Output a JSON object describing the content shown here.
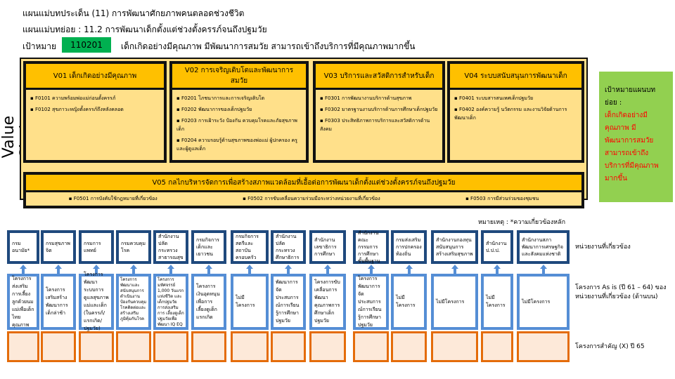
{
  "header": {
    "plan": "แผนแม่บทประเด็น (11) การพัฒนาศักยภาพคนตลอดช่วงชีวิต",
    "subplan": "แผนแม่บทย่อย : 11.2 การพัฒนาเด็กตั้งแต่ช่วงตั้งครรภ์จนถึงปฐมวัย",
    "target_label": "เป้าหมาย",
    "target_code": "110201",
    "target_text": "เด็กเกิดอย่างมีคุณภาพ มีพัฒนาการสมวัย สามารถเข้าถึงบริการที่มีคุณภาพมากขึ้น"
  },
  "value_chain": {
    "label": "Value Chain",
    "v": [
      {
        "title": "V01 เด็กเกิดอย่างมีคุณภาพ",
        "items": [
          "F0101 ความพร้อมพ่อแม่ก่อนตั้งครรภ์",
          "F0102 สุขภาวะหญิงตั้งครรภ์ถึงหลังคลอด"
        ]
      },
      {
        "title": "V02 การเจริญเติบโตและพัฒนาการสมวัย",
        "items": [
          "F0201 โภชนาการและการเจริญเติบโต",
          "F0202 พัฒนาการของเด็กปฐมวัย",
          "F0203 การเฝ้าระวัง ป้องกัน ควบคุมโรคและภัยสุขภาพเด็ก",
          "F0204 ความรอบรู้ด้านสุขภาพของพ่อแม่ ผู้ปกครอง ครู และผู้ดูแลเด็ก"
        ]
      },
      {
        "title": "V03 บริการและสวัสดิการสำหรับเด็ก",
        "items": [
          "F0301 การพัฒนางานบริการด้านสุขภาพ",
          "F0302 มาตรฐานงานบริการด้านการศึกษาเด็กปฐมวัย",
          "F0303 ประสิทธิภาพการบริการและสวัสดิการด้านสังคม"
        ]
      },
      {
        "title": "V04 ระบบสนับสนุนการพัฒนาเด็ก",
        "items": [
          "F0401 ระบบสารสนเทศเด็กปฐมวัย",
          "F0402 องค์ความรู้ นวัตกรรม และงานวิจัยด้านการพัฒนาเด็ก"
        ]
      }
    ],
    "v05": {
      "title": "V05 กลไกบริหารจัดการเพื่อสร้างสภาพแวดล้อมที่เอื้อต่อการพัฒนาเด็กตั้งแต่ช่วงตั้งครรภ์จนถึงปฐมวัย",
      "items": [
        "F0501 การบังคับใช้กฎหมายที่เกี่ยวข้อง",
        "F0502 การขับเคลื่อนความร่วมมือระหว่างหน่วยงานที่เกี่ยวข้อง",
        "F0503 การมีส่วนร่วมของชุมชน"
      ]
    }
  },
  "goal": {
    "label": "เป้าหมายแผนบทย่อย :",
    "text": "เด็กเกิดอย่างมีคุณภาพ มีพัฒนาการสมวัย สามารถเข้าถึงบริการที่มีคุณภาพมากขึ้น"
  },
  "note": "หมายเหตุ : *ความเกี่ยวข้องหลัก",
  "labels": {
    "agencies": "หน่วยงานที่เกี่ยวข้อง",
    "projects": "โครงการ As is (ปี 61 – 64) ของหน่วยงานที่เกี่ยวข้อง (ด้านบน)",
    "key": "โครงการสำคัญ (X) ปี 65"
  },
  "agencies": [
    "กรมอนามัย*",
    "กรมสุขภาพจิต",
    "กรมการแพทย์",
    "กรมควบคุมโรค",
    "สำนักงานปลัดกระทรวงสาธารณสุข",
    "กรมกิจการเด็กและเยาวชน",
    "กรมกิจการสตรีและสถาบันครอบครัว",
    "สำนักงานปลัดกระทรวงศึกษาธิการ",
    "สำนักงานเลขาธิการการศึกษา",
    "สำนักงานคณะกรรมการการศึกษาขั้นพื้นฐาน",
    "กรมส่งเสริมการปกครองท้องถิ่น",
    "สำนักงานกองทุนสนับสนุนการสร้างเสริมสุขภาพ",
    "สำนักงาน ป.ป.ป.",
    "สำนักงานสภาพัฒนาการเศรษฐกิจและสังคมแห่งชาติ"
  ],
  "projects": [
    "โครงการส่งเสริมการเลี้ยงลูกด้วยนมแม่เพื่อเด็กไทยคุณภาพ",
    "โครงการเสริมสร้างพัฒนาการเด็กล่าช้า",
    "โครงการพัฒนาระบบการดูแลสุขภาพแม่และเด็ก (ในครรภ์/แรกเกิด/ปฐมวัย)",
    "โครงการพัฒนาและสนับสนุนการดำเนินงานป้องกันควบคุมโรคติดต่อและสร้างเสริมภูมิคุ้มกันโรค",
    "โครงการมหัศจรรย์ 1,000 วันแรกแห่งชีวิต และเด็กปฐมวัย การส่งเสริมการ เลี้ยงดูเด็กปฐมวัยเพื่อพัฒนา IQ EQ",
    "โครงการเงินอุดหนุนเพื่อการเลี้ยงดูเด็กแรกเกิด",
    "ไม่มีโครงการ",
    "พัฒนาการจัดประสบการณ์การเรียนรู้การศึกษาปฐมวัย",
    "โครงการขับเคลื่อนการพัฒนาคุณภาพการศึกษาเด็กปฐมวัย",
    "โครงการพัฒนาการจัดประสบการณ์การเรียนรู้การศึกษาปฐมวัย",
    "ไม่มีโครงการ",
    "ไม่มีโครงการ",
    "ไม่มีโครงการ",
    "ไม่มีโครงการ"
  ]
}
